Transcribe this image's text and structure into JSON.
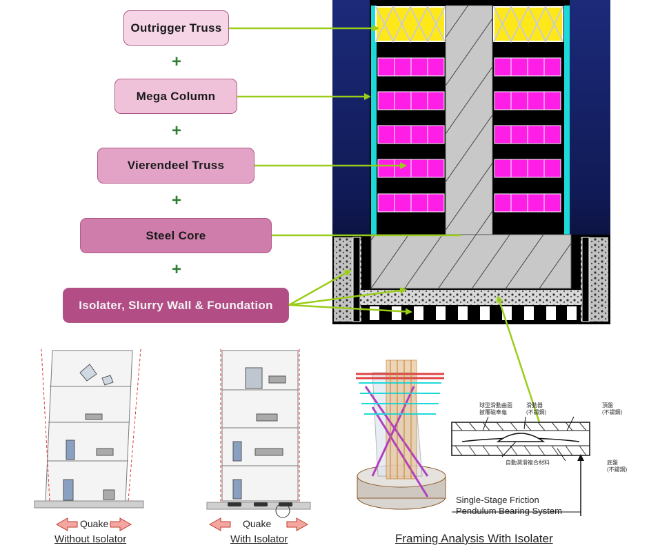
{
  "components": [
    {
      "id": "outrigger",
      "label": "Outrigger Truss",
      "color": "#f6d5e6"
    },
    {
      "id": "mega",
      "label": "Mega Column",
      "color": "#efc2da"
    },
    {
      "id": "vierendeel",
      "label": "Vierendeel Truss",
      "color": "#e2a3c6"
    },
    {
      "id": "core",
      "label": "Steel Core",
      "color": "#cf7dab"
    },
    {
      "id": "foundation",
      "label": "Isolater, Slurry Wall & Foundation",
      "color": "#b24d86"
    }
  ],
  "plus_symbol": "+",
  "panels": {
    "without": {
      "quake": "Quake",
      "caption": "Without Isolator"
    },
    "with": {
      "quake": "Quake",
      "caption": "With Isolator"
    },
    "framing": {
      "caption": "Framing Analysis With Isolater"
    }
  },
  "bearing": {
    "name_line1": "Single-Stage Friction",
    "name_line2": "Pendulum Bearing System",
    "annotations": {
      "a1_line1": "球型滑動曲面",
      "a1_line2": "披覆磁奉龜",
      "a2_line1": "滑動器",
      "a2_line2": "(不鏽鋼)",
      "a3_line1": "頂盤",
      "a3_line2": "(不鏽鋼)",
      "a4": "自動潤滑複合材料",
      "a5_line1": "底盤",
      "a5_line2": "(不鏽鋼)"
    }
  },
  "colors": {
    "arrow": "#9acd1a",
    "building_bg": "#000000",
    "sky": "#1c2a7a",
    "concrete": "#c8c8c8",
    "floor_panel": "#ff1ee6",
    "truss_fill": "#ffe81a",
    "column": "#1ed9d9"
  }
}
